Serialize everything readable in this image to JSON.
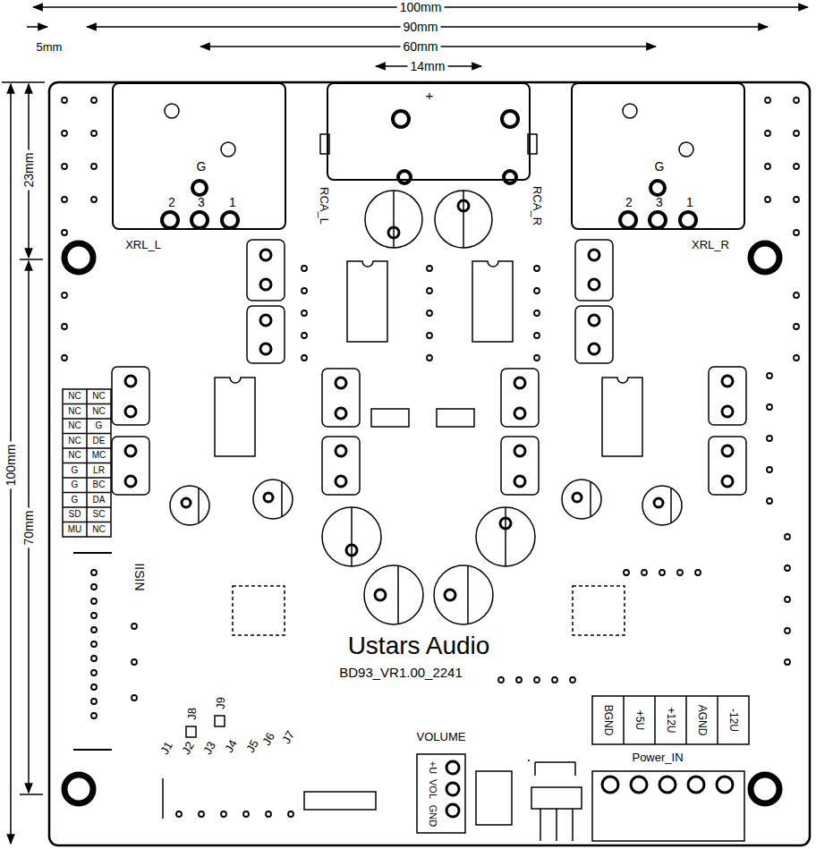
{
  "diagram": {
    "nodes": [
      {
        "text": [
          "G",
          "2",
          "3",
          "1",
          "XRL_L"
        ]
      },
      {
        "text": [
          "+",
          "RCA_L",
          "RCA_R"
        ]
      },
      {
        "text": [
          "G",
          "2",
          "3",
          "1",
          "XRL_R"
        ]
      },
      {
        "text": [
          "BGND",
          "+5U",
          "+12U",
          "AGND",
          "-12U",
          "Power_IN"
        ]
      },
      {
        "text": [
          "VOLUME",
          "+U",
          "VOL",
          "GND"
        ]
      }
    ],
    "labels": [
      "100mm",
      "90mm",
      "5mm",
      "60mm",
      "14mm",
      "23mm",
      "100mm",
      "70mm",
      "NC",
      "NC",
      "NC",
      "NC",
      "NC",
      "G",
      "NC",
      "DE",
      "NC",
      "MC",
      "G",
      "LR",
      "G",
      "BC",
      "G",
      "DA",
      "SD",
      "SC",
      "MU",
      "NC",
      "IISIN",
      "Ustars Audio",
      "BD93_VR1.00_2241",
      "J8",
      "J9",
      "J1",
      "J2",
      "J3",
      "J4",
      "J5",
      "J6",
      "J7"
    ]
  }
}
